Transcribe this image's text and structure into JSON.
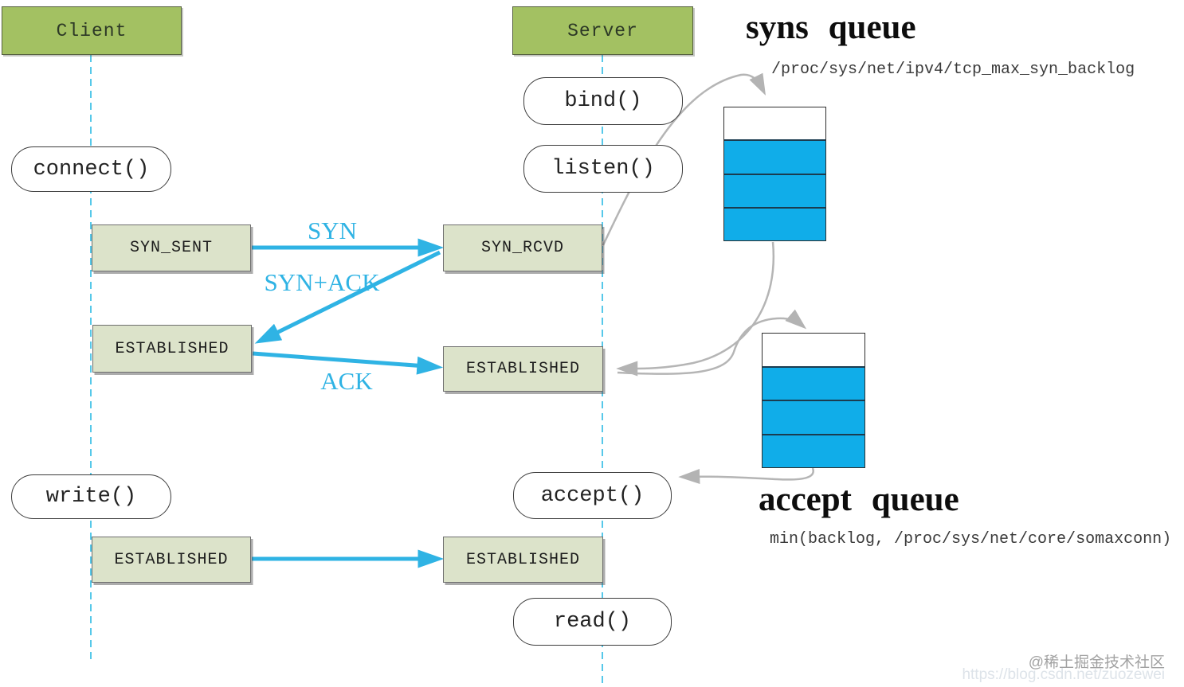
{
  "colors": {
    "header_green": "#a3c162",
    "state_fill": "#dce3ca",
    "cyan_arrow": "#2fb3e4",
    "queue_fill": "#10ade9",
    "gray_arrow": "#b5b5b5",
    "lifeline_cyan": "#56c8e9"
  },
  "actors": {
    "client": "Client",
    "server": "Server"
  },
  "client_calls": {
    "connect": "connect()",
    "write": "write()"
  },
  "server_calls": {
    "bind": "bind()",
    "listen": "listen()",
    "accept": "accept()",
    "read": "read()"
  },
  "states": {
    "client_syn_sent": "SYN_SENT",
    "server_syn_rcvd": "SYN_RCVD",
    "client_established": "ESTABLISHED",
    "server_established": "ESTABLISHED",
    "client_established_2": "ESTABLISHED",
    "server_established_2": "ESTABLISHED"
  },
  "messages": {
    "syn": "SYN",
    "syn_ack": "SYN+ACK",
    "ack": "ACK"
  },
  "syns_queue": {
    "title": "syns queue",
    "param": "/proc/sys/net/ipv4/tcp_max_syn_backlog",
    "slots_total": 4,
    "slots_filled": 3
  },
  "accept_queue": {
    "title": "accept queue",
    "param": "min(backlog, /proc/sys/net/core/somaxconn)",
    "slots_total": 4,
    "slots_filled": 3
  },
  "watermark": {
    "line1": "@稀土掘金技术社区",
    "line2": "https://blog.csdn.net/zuozewei"
  }
}
